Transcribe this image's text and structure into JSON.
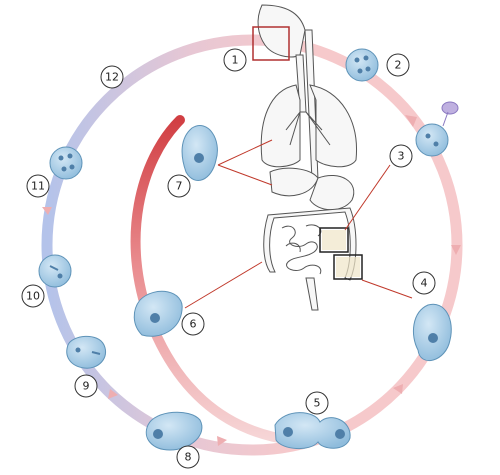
{
  "stage_labels": [
    "1",
    "2",
    "3",
    "4",
    "5",
    "6",
    "7",
    "8",
    "9",
    "10",
    "11",
    "12"
  ],
  "colors": {
    "ring_light": "#f5c6c9",
    "ring_blue": "#b9c6ea",
    "invasive_dark": "#d2474a",
    "invasive_light": "#f3c7c9",
    "cell_fill": "#a9cde6",
    "cell_stroke": "#5e93b8",
    "nucleus": "#4f7fa8",
    "organ_fill": "#f7f7f7",
    "organ_stroke": "#555555",
    "callout_line": "#c0392b",
    "highlight_box": "#b03030"
  }
}
